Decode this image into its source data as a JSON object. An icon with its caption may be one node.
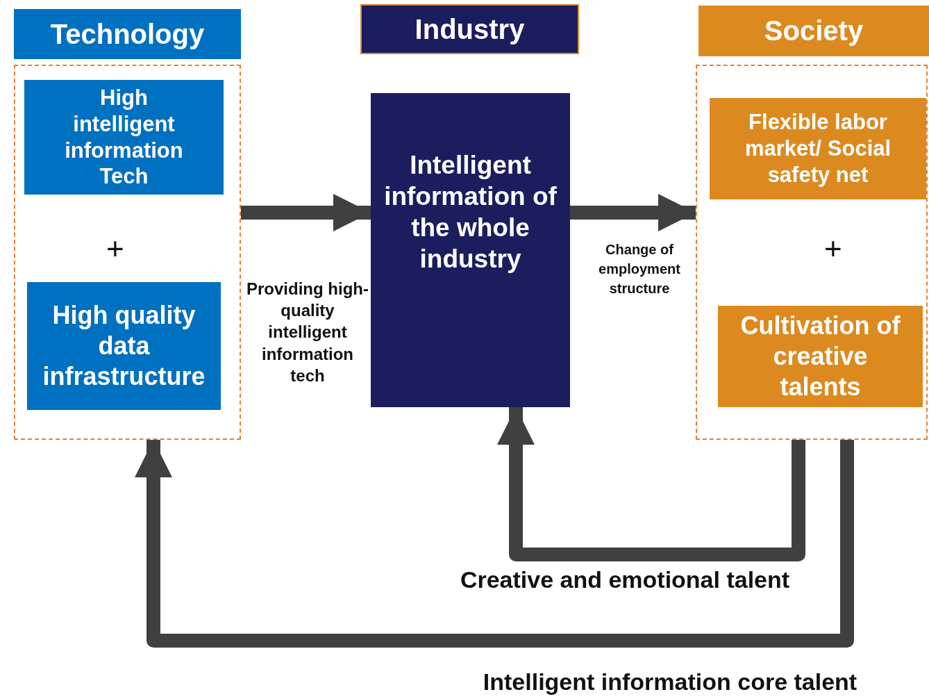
{
  "diagram": {
    "nodes": [
      {
        "text": [
          "Technology"
        ]
      },
      {
        "text": [],
        "shape": "box"
      },
      {
        "text": [
          "High intelligent information Tech"
        ],
        "in": 1
      },
      {
        "text": [
          "High quality data infrastructure"
        ],
        "in": 1
      },
      {
        "text": [
          "Industry"
        ]
      },
      {
        "text": [
          "Intelligent information of the whole industry"
        ]
      },
      {
        "text": [
          "Society"
        ]
      },
      {
        "text": [],
        "shape": "box"
      },
      {
        "text": [
          "Flexible labor market/ Social safety net"
        ],
        "in": 7
      },
      {
        "text": [
          "Cultivation of creative talents"
        ],
        "in": 7
      }
    ],
    "edges": [
      {
        "from": 1,
        "to": 5,
        "arrow": "to",
        "label": "Providing high-quality intelligent information tech"
      },
      {
        "from": 5,
        "to": 7,
        "arrow": "to",
        "label": "Change of employment structure"
      },
      {
        "from": 7,
        "to": 5,
        "arrow": "to",
        "label": "Creative and emotional talent"
      },
      {
        "from": 7,
        "to": 1,
        "arrow": "to",
        "label": "Intelligent information core talent"
      }
    ],
    "labels": [
      "+",
      "+"
    ]
  }
}
